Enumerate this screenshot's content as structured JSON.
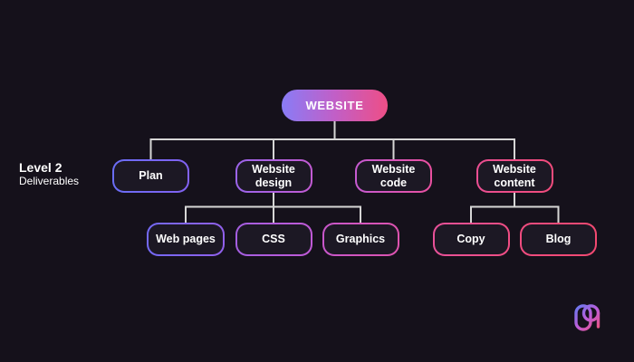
{
  "page": {
    "background": "#15111B",
    "node_fill": "#1C1824",
    "connector_color": "#D6D6D6"
  },
  "annotation": {
    "line1": "Level 2",
    "line2": "Deliverables"
  },
  "tree": {
    "root": {
      "label": "WEBSITE",
      "gradient": [
        "#897CF6",
        "#C15FC7",
        "#EE4E86"
      ]
    },
    "level2": [
      {
        "label": "Plan",
        "gradient": [
          "#6A6DF5",
          "#8262F2"
        ]
      },
      {
        "label": "Website design",
        "gradient": [
          "#9B64EA",
          "#C35BD3"
        ]
      },
      {
        "label": "Website code",
        "gradient": [
          "#C65AD1",
          "#EA50A0"
        ]
      },
      {
        "label": "Website content",
        "gradient": [
          "#EB4E92",
          "#F14B7B"
        ]
      }
    ],
    "level3": [
      {
        "label": "Web pages",
        "gradient": [
          "#7369F4",
          "#9160EB"
        ]
      },
      {
        "label": "CSS",
        "gradient": [
          "#A45EE1",
          "#C05AD7"
        ]
      },
      {
        "label": "Graphics",
        "gradient": [
          "#C857CB",
          "#DE53AF"
        ]
      },
      {
        "label": "Copy",
        "gradient": [
          "#E85199",
          "#F04D84"
        ]
      },
      {
        "label": "Blog",
        "gradient": [
          "#F04C80",
          "#F34971"
        ]
      }
    ]
  },
  "logo": {
    "name": "brand-logo",
    "gradient": [
      "#5F7BF3",
      "#C05CD8",
      "#F2506C"
    ]
  }
}
